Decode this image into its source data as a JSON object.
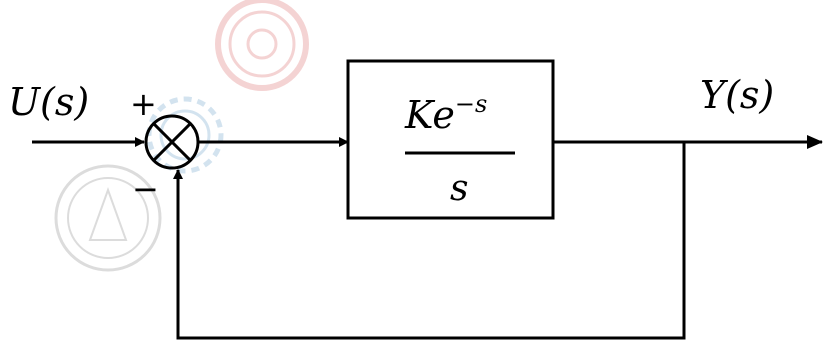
{
  "diagram": {
    "input_label": "U(s)",
    "output_label": "Y(s)",
    "summing_junction": {
      "plus_sign": "+",
      "minus_sign": "−"
    },
    "block": {
      "numerator_base": "Ke",
      "numerator_exponent": "−s",
      "denominator": "s"
    },
    "watermarks": [
      "institute-seal-red",
      "gear-emblem-blue",
      "library-seal-grey"
    ]
  },
  "colors": {
    "line": "#000000",
    "watermark_red": "#e8a0a0",
    "watermark_blue": "#a8c8e0",
    "watermark_grey": "#c0c0c0"
  }
}
